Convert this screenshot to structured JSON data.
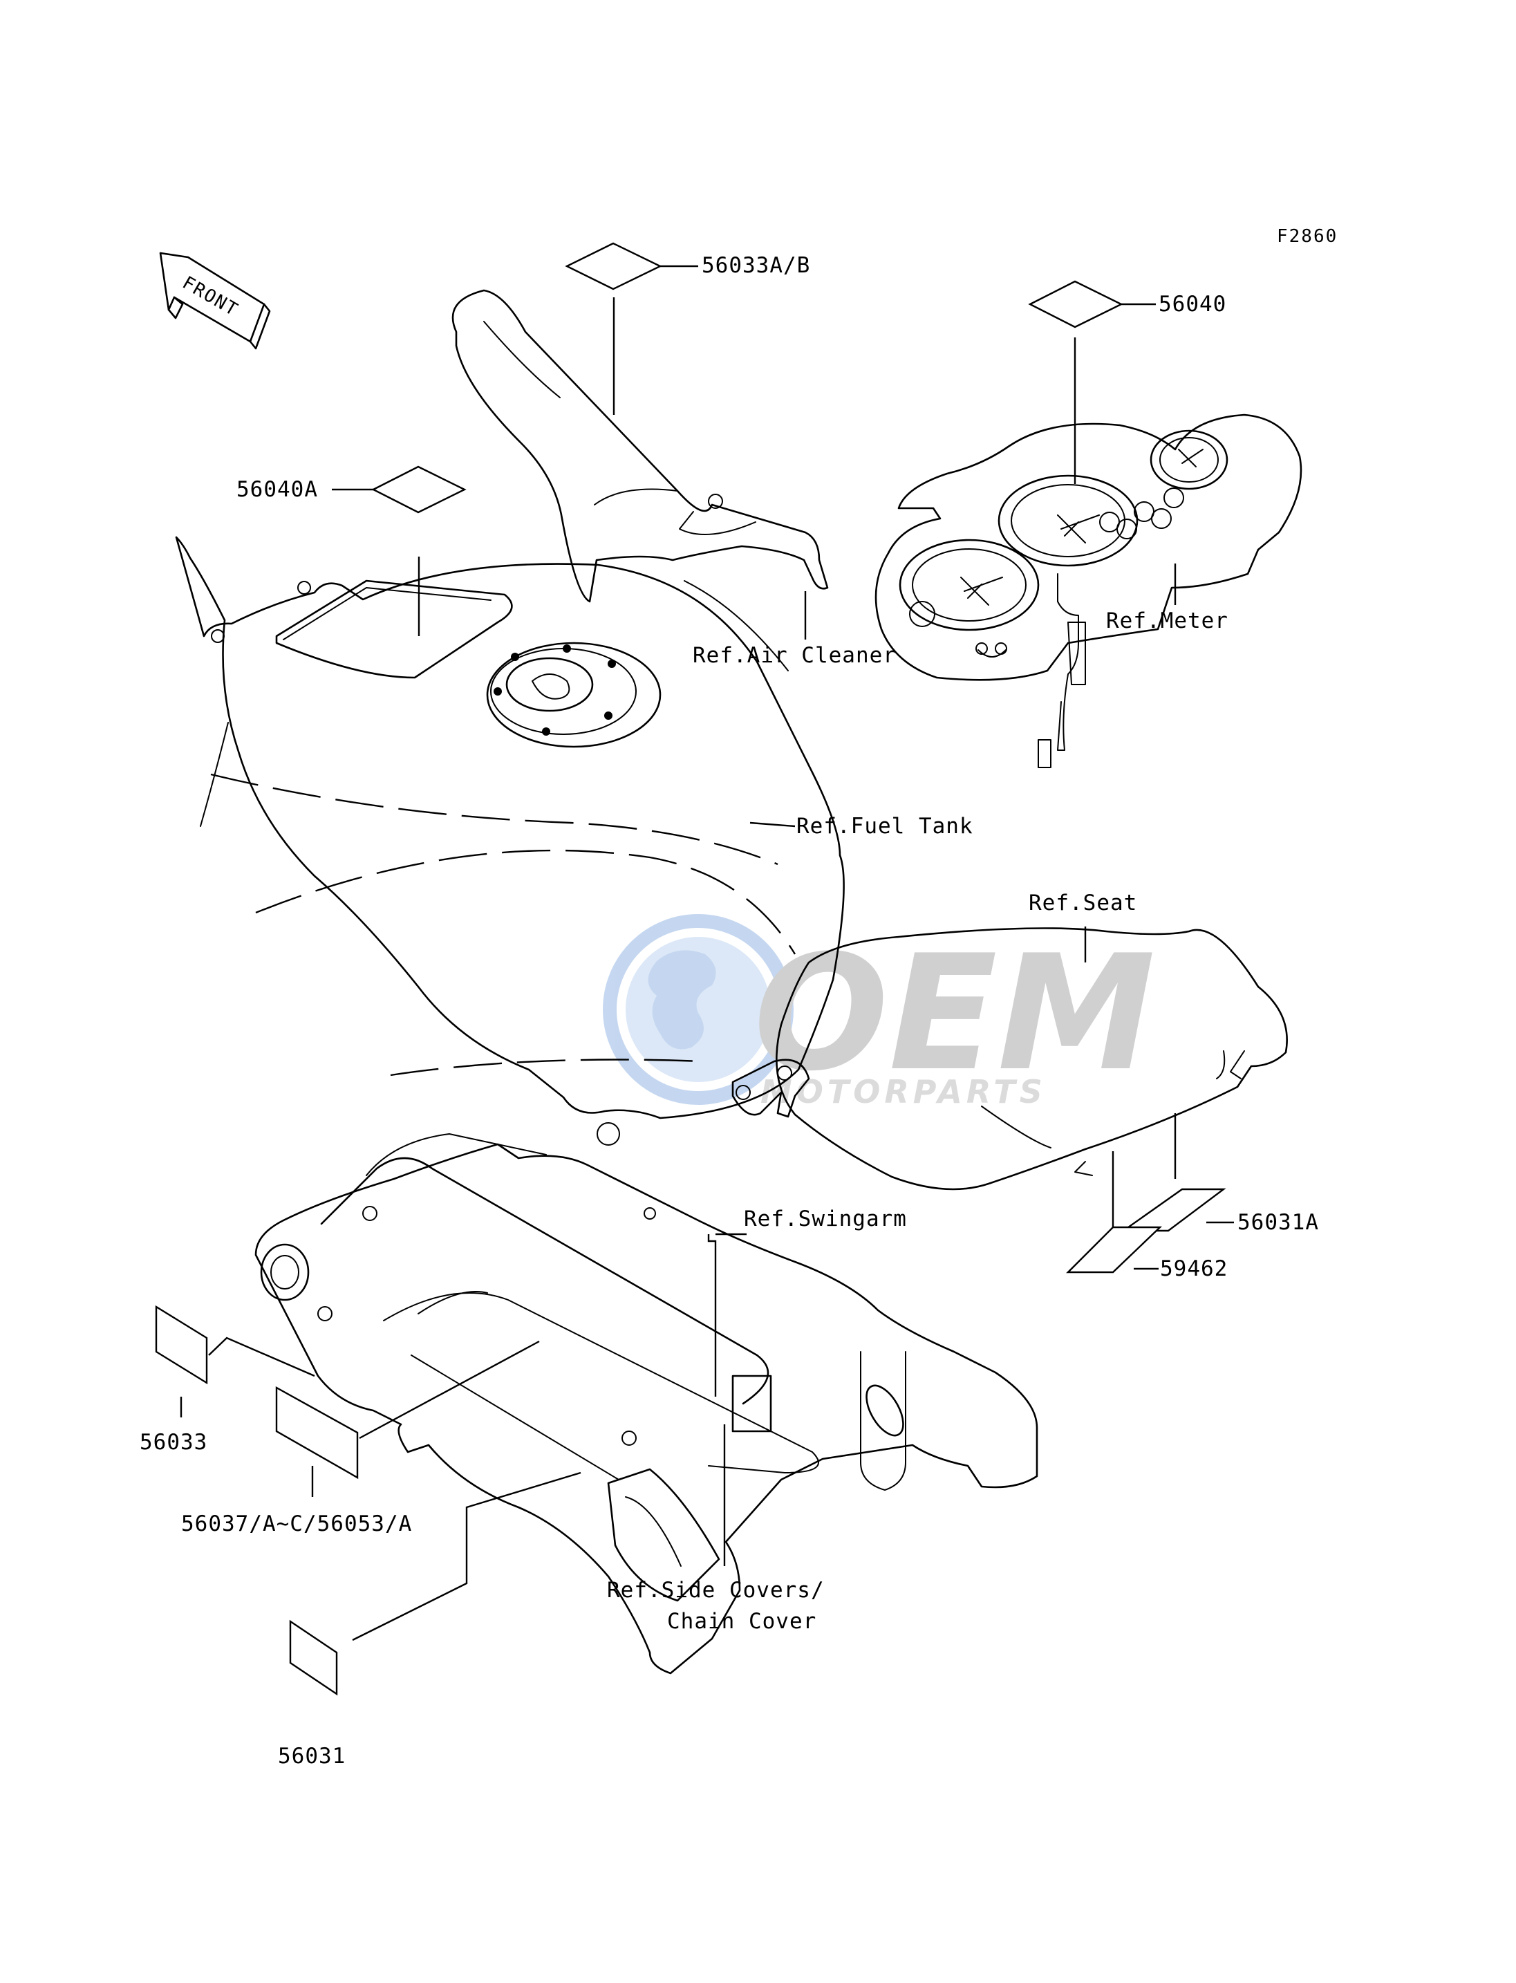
{
  "figure_code": "F2860",
  "front_arrow_label": "FRONT",
  "watermark": {
    "brand": "OEM",
    "tagline": "MOTORPARTS",
    "color": "#4a90d9"
  },
  "callouts": {
    "p56033ab": "56033A/B",
    "p56040": "56040",
    "p56040a": "56040A",
    "p56031a": "56031A",
    "p59462": "59462",
    "p56033": "56033",
    "p56037": "56037/A~C/56053/A",
    "p56031": "56031"
  },
  "references": {
    "air_cleaner": "Ref.Air Cleaner",
    "meter": "Ref.Meter",
    "fuel_tank": "Ref.Fuel Tank",
    "seat": "Ref.Seat",
    "swingarm": "Ref.Swingarm",
    "side_covers_1": "Ref.Side Covers/",
    "side_covers_2": "Chain Cover"
  }
}
